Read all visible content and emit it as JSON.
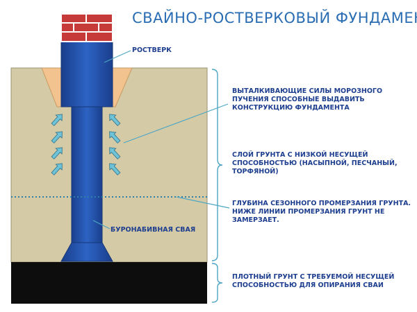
{
  "title": "СВАЙНО-РОСТВЕРКОВЫЙ ФУНДАМЕНТ",
  "labels": {
    "rostverk": "РОСТВЕРК",
    "pile": "БУРОНАБИВНАЯ СВАЯ"
  },
  "notes": [
    "ВЫТАЛКИВАЮЩИЕ СИЛЫ МОРОЗНОГО ПУЧЕНИЯ СПОСОБНЫЕ ВЫДАВИТЬ КОНСТРУКЦИЮ ФУНДАМЕНТА",
    "СЛОЙ ГРУНТА С НИЗКОЙ НЕСУЩЕЙ СПОСОБНОСТЬЮ (НАСЫПНОЙ, ПЕСЧАНЫЙ, ТОРФЯНОЙ)",
    "ГЛУБИНА СЕЗОННОГО ПРОМЕРЗАНИЯ ГРУНТА. НИЖЕ ЛИНИИ ПРОМЕРЗАНИЯ ГРУНТ НЕ ЗАМЕРЗАЕТ.",
    "ПЛОТНЫЙ ГРУНТ С ТРЕБУЕМОЙ НЕСУЩЕЙ СПОСОБНОСТЬЮ ДЛЯ ОПИРАНИЯ СВАИ"
  ],
  "colors": {
    "soil": "#d4caa6",
    "dense_soil": "#0d0d0d",
    "pile": "#1f4fa6",
    "sand_cushion": "#f2c38e",
    "brick": "#c63a3a",
    "arrow": "#6fc3d6",
    "text": "#1e3f8f",
    "title": "#2a6db3"
  }
}
